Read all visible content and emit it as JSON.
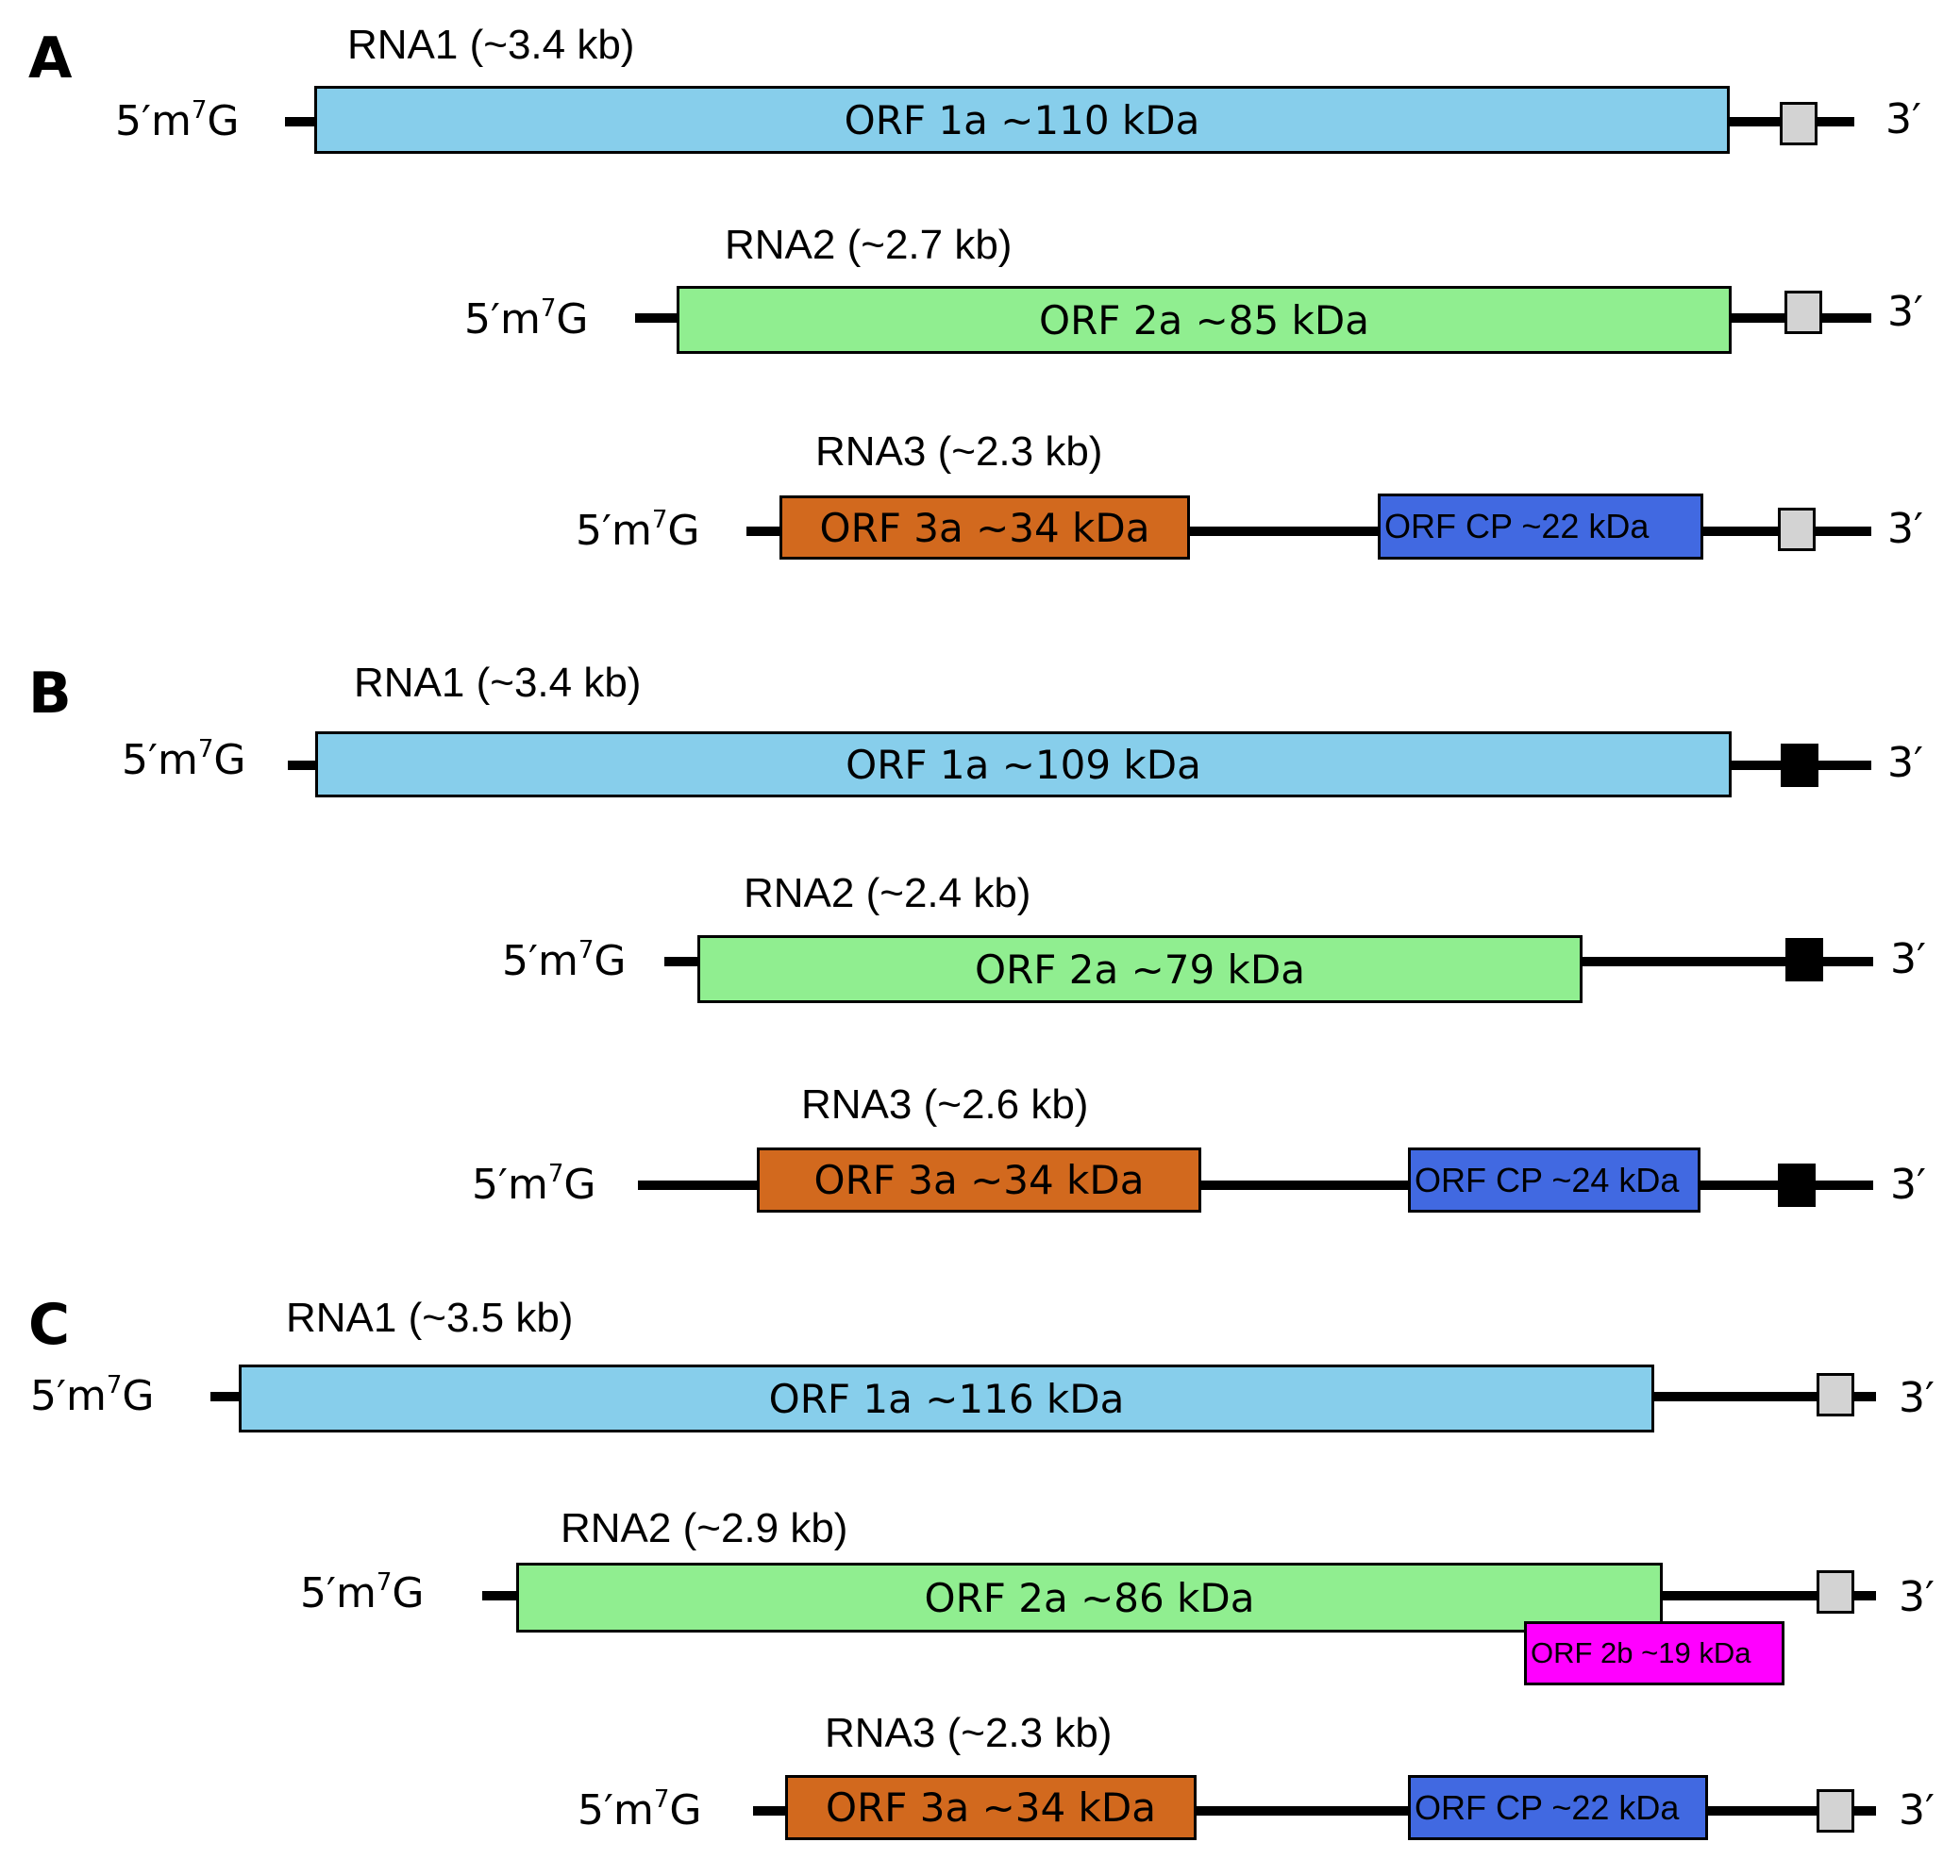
{
  "figure": {
    "colors": {
      "orf1a": "#87CEEB",
      "orf2a": "#90EE90",
      "orf3a": "#D2691E",
      "orfcp": "#4169E1",
      "orf2b": "#FF00FF",
      "utr_marker_grey": "#D3D3D3",
      "utr_marker_black": "#000000"
    },
    "five_prime": {
      "prefix": "5′m",
      "sup": "7",
      "suffix": "G"
    },
    "three_prime": "3′",
    "panels": [
      {
        "letter": "A",
        "rnas": [
          {
            "label": "RNA1 (~3.4 kb)",
            "orfs": [
              {
                "name": "ORF 1a ~110 kDa"
              }
            ],
            "marker": "grey-square"
          },
          {
            "label": "RNA2 (~2.7 kb)",
            "orfs": [
              {
                "name": "ORF 2a ~85 kDa"
              }
            ],
            "marker": "grey-square"
          },
          {
            "label": "RNA3 (~2.3 kb)",
            "orfs": [
              {
                "name": "ORF 3a ~34 kDa"
              },
              {
                "name": "ORF CP ~22 kDa"
              }
            ],
            "marker": "grey-square"
          }
        ]
      },
      {
        "letter": "B",
        "rnas": [
          {
            "label": "RNA1 (~3.4 kb)",
            "orfs": [
              {
                "name": "ORF 1a ~109 kDa"
              }
            ],
            "marker": "black-square"
          },
          {
            "label": "RNA2 (~2.4 kb)",
            "orfs": [
              {
                "name": "ORF 2a ~79 kDa"
              }
            ],
            "marker": "black-square"
          },
          {
            "label": "RNA3 (~2.6 kb)",
            "orfs": [
              {
                "name": "ORF 3a ~34 kDa"
              },
              {
                "name": "ORF CP ~24 kDa"
              }
            ],
            "marker": "black-square"
          }
        ]
      },
      {
        "letter": "C",
        "rnas": [
          {
            "label": "RNA1 (~3.5 kb)",
            "orfs": [
              {
                "name": "ORF 1a ~116 kDa"
              }
            ],
            "marker": "grey-square"
          },
          {
            "label": "RNA2 (~2.9 kb)",
            "orfs": [
              {
                "name": "ORF 2a ~86 kDa"
              },
              {
                "name": "ORF 2b ~19 kDa"
              }
            ],
            "marker": "grey-square"
          },
          {
            "label": "RNA3 (~2.3 kb)",
            "orfs": [
              {
                "name": "ORF 3a ~34 kDa"
              },
              {
                "name": "ORF CP ~22 kDa"
              }
            ],
            "marker": "grey-square"
          }
        ]
      }
    ]
  }
}
